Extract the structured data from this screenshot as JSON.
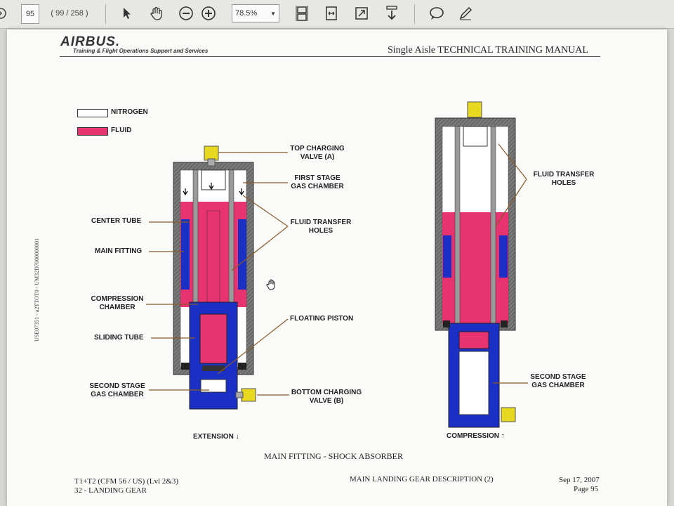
{
  "toolbar": {
    "page_number": "95",
    "page_count": "( 99 / 258 )",
    "zoom": "78.5%"
  },
  "header": {
    "logo": "AIRBUS.",
    "logo_subtitle": "Training & Flight Operations Support and Services",
    "manual_title": "Single Aisle TECHNICAL TRAINING MANUAL"
  },
  "legend": [
    {
      "label": "NITROGEN",
      "color": "#ffffff"
    },
    {
      "label": "FLUID",
      "color": "#e7336f"
    }
  ],
  "labels": {
    "top_charging_valve": "TOP CHARGING VALVE (A)",
    "first_stage_gas_chamber": "FIRST STAGE GAS CHAMBER",
    "fluid_transfer_holes": "FLUID TRANSFER HOLES",
    "center_tube": "CENTER TUBE",
    "main_fitting": "MAIN FITTING",
    "compression_chamber": "COMPRESSION CHAMBER",
    "sliding_tube": "SLIDING TUBE",
    "floating_piston": "FLOATING PISTON",
    "second_stage_gas_chamber": "SECOND STAGE GAS CHAMBER",
    "bottom_charging_valve": "BOTTOM CHARGING VALVE (B)",
    "extension": "EXTENSION",
    "fluid_transfer_holes_right": "FLUID TRANSFER HOLES",
    "second_stage_gas_chamber_right": "SECOND STAGE GAS CHAMBER",
    "compression": "COMPRESSION"
  },
  "caption": "MAIN FITTING - SHOCK ABSORBER",
  "footer": {
    "left_line1": "T1+T2 (CFM 56 / US) (Lvl 2&3)",
    "left_line2": "32 - LANDING GEAR",
    "center": "MAIN LANDING GEAR DESCRIPTION (2)",
    "date": "Sep 17, 2007",
    "page": "Page 95"
  },
  "side_text": "USE07351 - a2TTOT0 - UM32D7000000001",
  "colors": {
    "fluid": "#e7336f",
    "tube": "#1a2fc4",
    "valve": "#e8d81f",
    "wall": "#6f6f6f"
  }
}
